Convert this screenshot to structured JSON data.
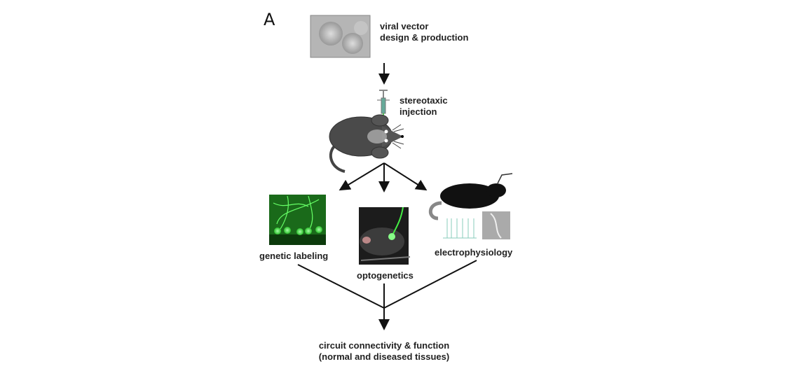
{
  "panel_label": "A",
  "steps": {
    "vector": {
      "line1": "viral vector",
      "line2": "design & production",
      "icon": "virus-micrograph"
    },
    "injection": {
      "line1": "stereotaxic",
      "line2": "injection",
      "icon": "syringe-mouse"
    },
    "methods": [
      {
        "label": "genetic labeling",
        "icon": "fluorescent-neurons-image"
      },
      {
        "label": "optogenetics",
        "icon": "mouse-optical-fiber-photo"
      },
      {
        "label": "electrophysiology",
        "icon": "mouse-recording-spikes"
      }
    ],
    "outcome": {
      "line1": "circuit connectivity & function",
      "line2": "(normal and diseased tissues)"
    }
  },
  "colors": {
    "arrow": "#111111",
    "fluorescence": "#3ddc3d"
  }
}
